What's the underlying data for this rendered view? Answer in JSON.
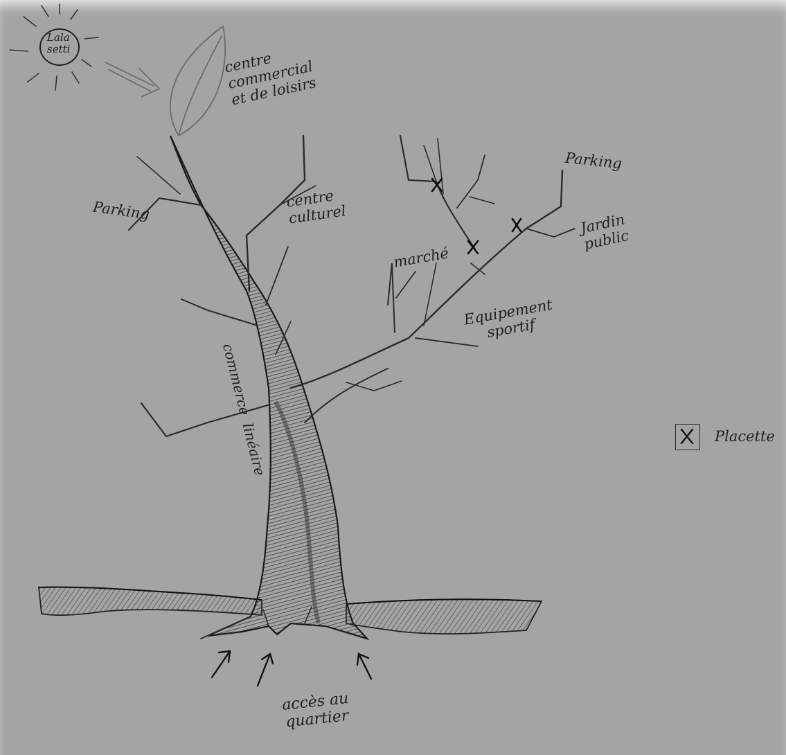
{
  "sun": {
    "label": "Lala setti",
    "lines": [
      "Lala",
      "setti"
    ]
  },
  "labels": {
    "leaf": "centre commercial et de loisirs",
    "parking_left": "Parking",
    "centre_culturel": "centre culturel",
    "commerce": "commerce linéaire",
    "marche": "marché",
    "parking_right": "Parking",
    "jardin": "Jardin public",
    "equipement": "Equipement sportif",
    "acces": "accès au quartier"
  },
  "label_lines": {
    "leaf": [
      "centre",
      "commercial",
      "et de loisirs"
    ],
    "centre_culturel": [
      "centre",
      "culturel"
    ],
    "commerce": [
      "commerce",
      "linéaire"
    ],
    "jardin": [
      "Jardin",
      "public"
    ],
    "equipement": [
      "Equipement",
      "sportif"
    ],
    "acces": [
      "accès au",
      "quartier"
    ]
  },
  "legend": {
    "symbol": "X",
    "label": "Placette"
  },
  "marker_symbol": "×"
}
